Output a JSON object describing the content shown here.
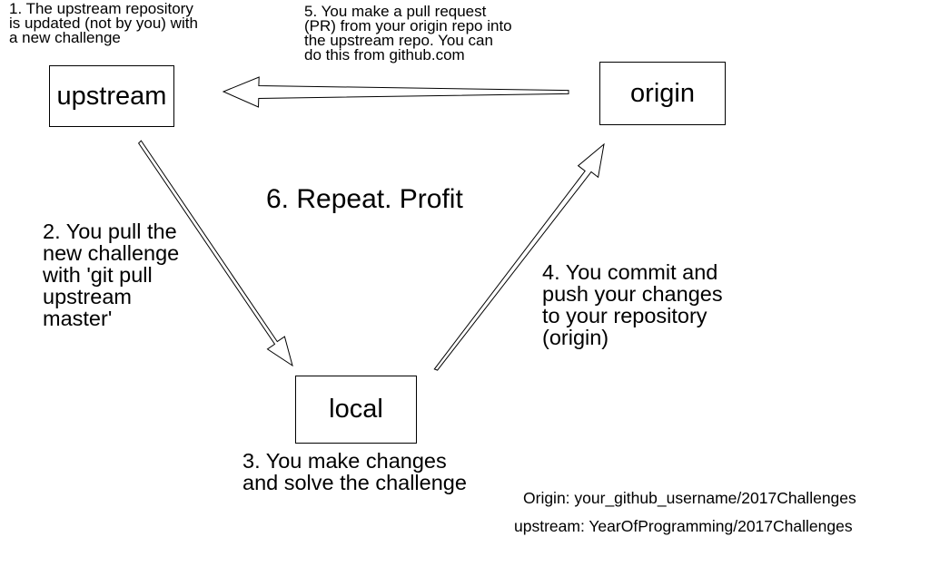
{
  "nodes": {
    "upstream": "upstream",
    "origin": "origin",
    "local": "local"
  },
  "steps": {
    "step1": "1. The upstream repository\nis updated (not by you) with\na new challenge",
    "step2": "2. You pull the\nnew challenge\nwith 'git pull\nupstream\nmaster'",
    "step3": "3. You make changes\nand solve the challenge",
    "step4": "4. You commit and\npush your changes\nto your repository\n(origin)",
    "step5": "5. You make a pull request\n(PR) from your origin repo into\nthe upstream repo. You can\ndo this from github.com",
    "step6": "6. Repeat. Profit"
  },
  "legend": {
    "origin_repo": "Origin: your_github_username/2017Challenges",
    "upstream_repo": "upstream: YearOfProgramming/2017Challenges"
  },
  "edges": [
    {
      "from": "origin",
      "to": "upstream",
      "label_ref": "step5"
    },
    {
      "from": "upstream",
      "to": "local",
      "label_ref": "step2"
    },
    {
      "from": "local",
      "to": "origin",
      "label_ref": "step4"
    }
  ],
  "colors": {
    "stroke": "#000000",
    "background": "#ffffff"
  }
}
